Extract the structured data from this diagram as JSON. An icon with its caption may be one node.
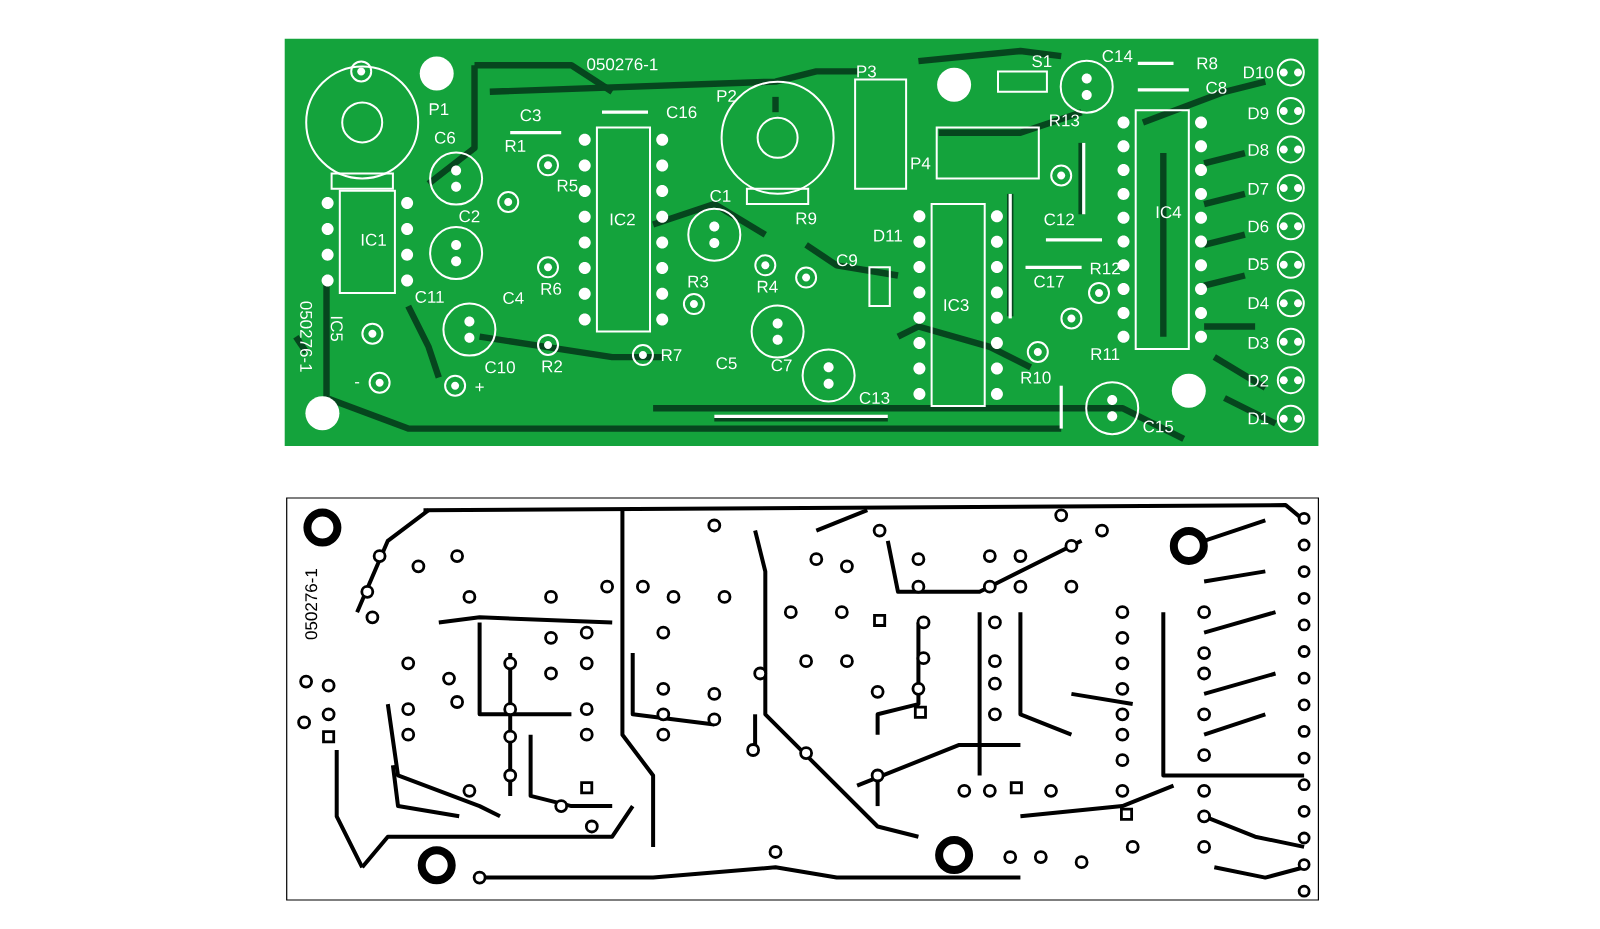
{
  "diagram": {
    "labels": [
      "050276-1",
      "S1",
      "C14",
      "R8",
      "P3",
      "D10",
      "P1",
      "P2",
      "C16",
      "C8",
      "C3",
      "R13",
      "D9",
      "C6",
      "R1",
      "P4",
      "D8",
      "R5",
      "C1",
      "R9",
      "D7",
      "C2",
      "IC2",
      "IC4",
      "IC1",
      "D11",
      "C12",
      "D6",
      "C9",
      "R12",
      "D5",
      "C17",
      "C4",
      "R6",
      "R3",
      "R4",
      "IC3",
      "D4",
      "C11",
      "IC5",
      "050276-1",
      "R11",
      "D3",
      "C10",
      "R2",
      "R7",
      "C5",
      "C7",
      "R10",
      "D2",
      "-",
      "+",
      "C13",
      "C15",
      "D1",
      "050276-1"
    ]
  }
}
